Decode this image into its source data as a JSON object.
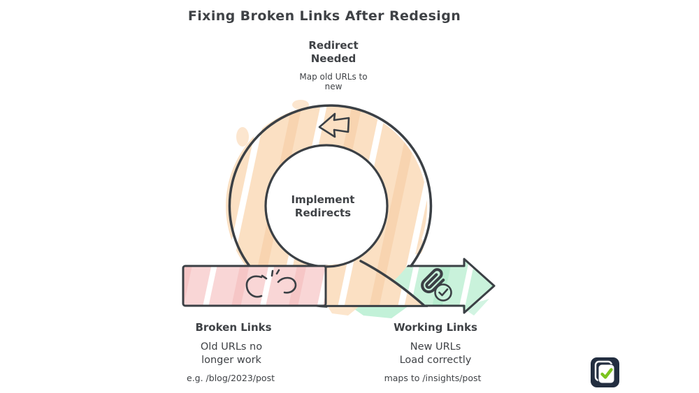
{
  "title": "Fixing Broken Links After Redesign",
  "loop": {
    "heading_lines": [
      "Redirect",
      "Needed"
    ],
    "subheading_lines": [
      "Map old URLs to",
      "new"
    ],
    "center_lines": [
      "Implement",
      "Redirects"
    ],
    "direction_icon": "arrow-left-icon"
  },
  "broken": {
    "heading": "Broken Links",
    "desc_lines": [
      "Old URLs no",
      "longer work"
    ],
    "example": "e.g. /blog/2023/post",
    "icon": "broken-link-icon"
  },
  "working": {
    "heading": "Working Links",
    "desc_lines": [
      "New URLs",
      "Load correctly"
    ],
    "example": "maps to /insights/post",
    "icon": "link-check-icon"
  },
  "badge": {
    "icon": "checklist-badge-icon"
  },
  "colors": {
    "outline": "#3b4045",
    "text": "#3f4246",
    "loop_fill": "#fbe0c3",
    "broken_fill": "#f9d6d6",
    "working_fill": "#c9f2db",
    "badge_bg": "#232e40",
    "badge_check": "#7cc41f"
  }
}
